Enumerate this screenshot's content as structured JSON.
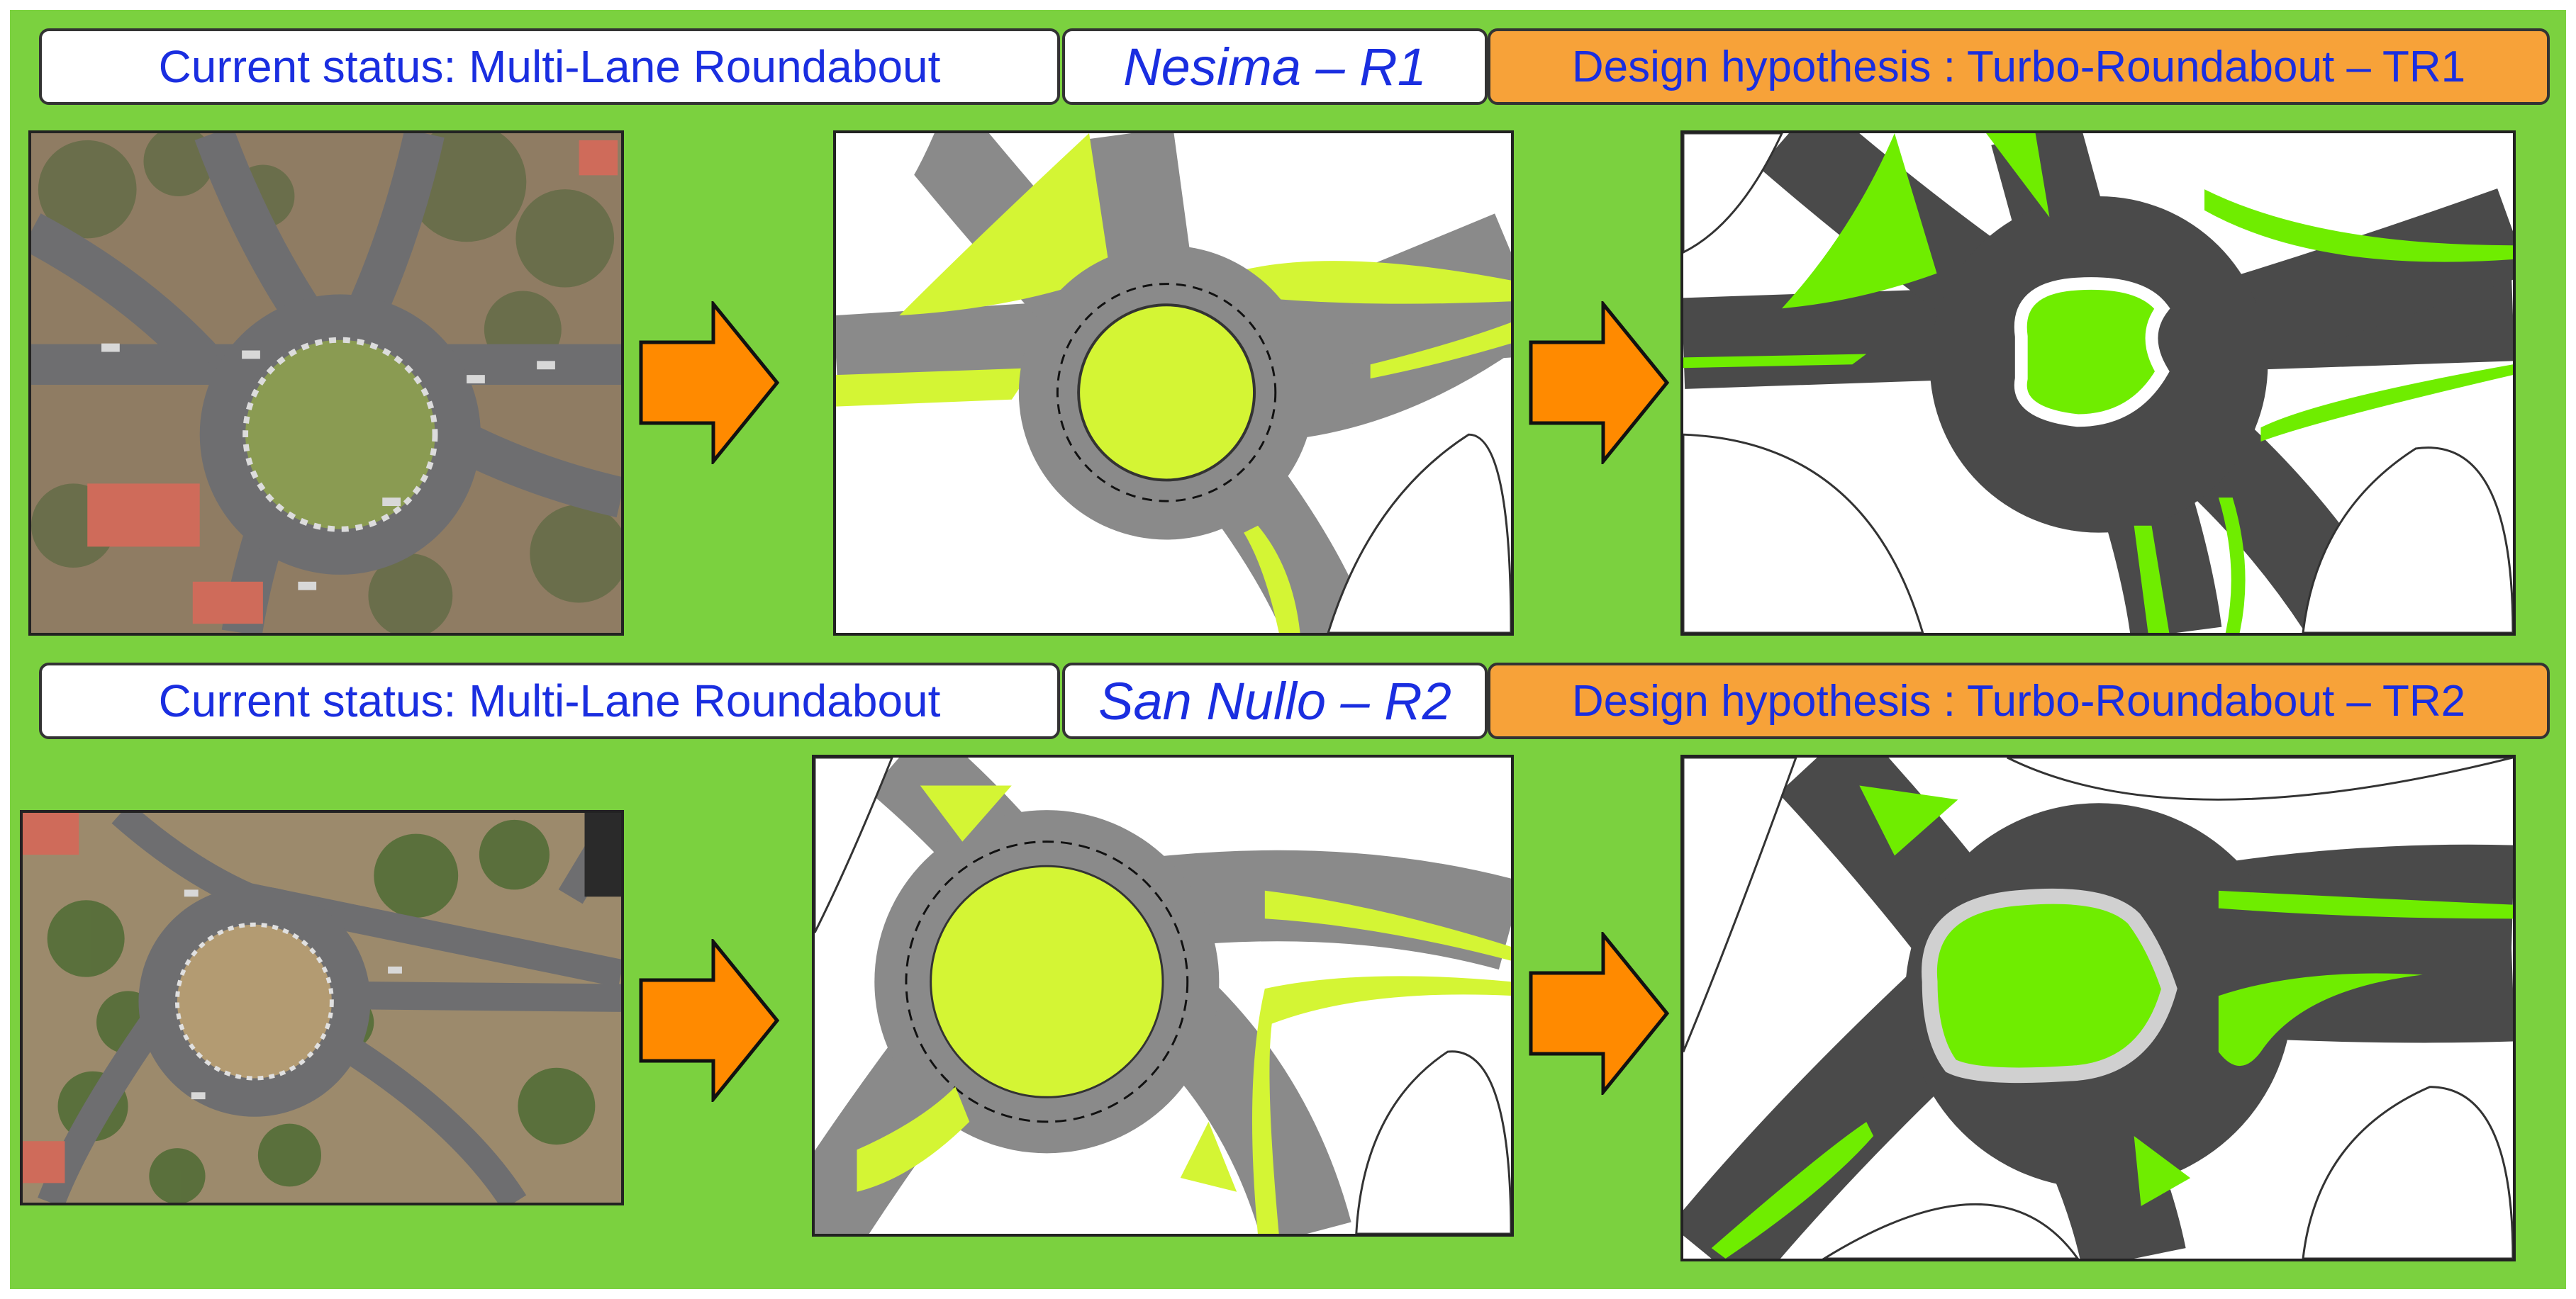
{
  "colors": {
    "background": "#7bd13f",
    "label_text": "#1a2ee0",
    "design_label_fill": "#f7a239",
    "arrow_fill": "#ff8a00",
    "road": "#8a8a8a",
    "road_dark": "#4a4a4a",
    "island_current": "#d4f534",
    "island_turbo": "#6fed00"
  },
  "row1": {
    "current_label": "Current status: Multi-Lane Roundabout",
    "site_label": "Nesima – R1",
    "design_label": "Design hypothesis : Turbo-Roundabout – TR1"
  },
  "row2": {
    "current_label": "Current status: Multi-Lane Roundabout",
    "site_label": "San Nullo – R2",
    "design_label": "Design hypothesis : Turbo-Roundabout – TR2"
  },
  "icons": {
    "transition_arrow": "arrow-right-icon"
  }
}
